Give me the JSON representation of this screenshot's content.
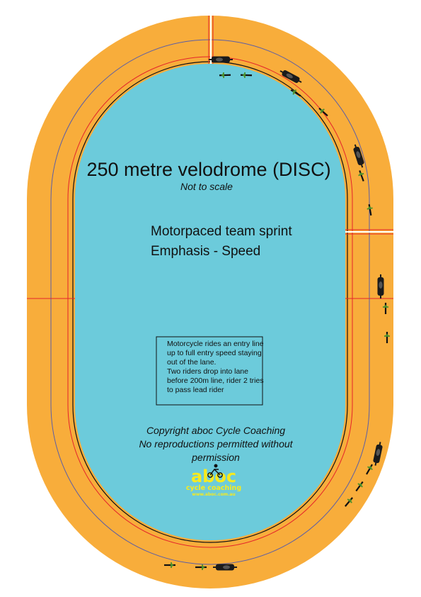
{
  "title": "250 metre velodrome (DISC)",
  "subtitle": "Not to scale",
  "heading_lines": [
    "Motorpaced team sprint",
    "Emphasis - Speed"
  ],
  "note_lines": [
    "Motorcycle rides an entry line",
    "up to full entry speed staying",
    "out of the lane.",
    "Two riders drop into lane",
    "before 200m line, rider 2 tries",
    "to pass lead rider"
  ],
  "copyright_lines": [
    "Copyright aboc Cycle Coaching",
    "No reproductions permitted without",
    "permission"
  ],
  "logo": {
    "name": "aboc",
    "tagline": "cycle coaching",
    "url": "www.aboc.com.au"
  },
  "colors": {
    "track": "#f8ad3b",
    "infield": "#6ccbdb",
    "sprinter_line": "#e4232b",
    "stayers_line": "#5a5ea7",
    "measurement_line": "#000000",
    "logo": "#f7ea1e"
  }
}
